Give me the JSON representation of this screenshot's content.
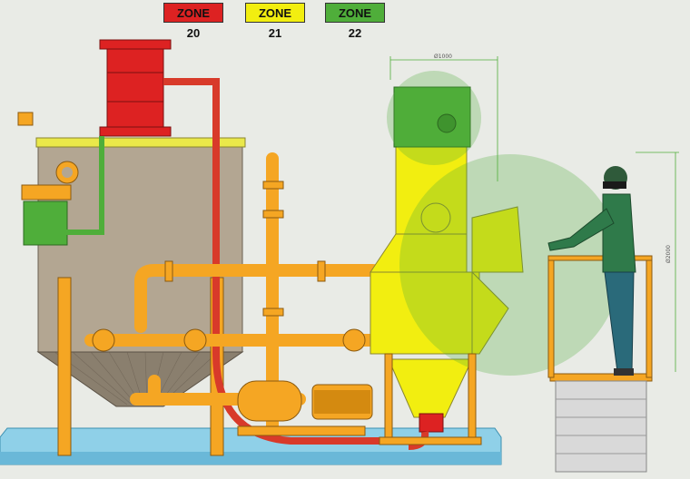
{
  "legend": {
    "zones": [
      {
        "label": "ZONE 20",
        "color": "#dd2222"
      },
      {
        "label": "ZONE 21",
        "color": "#f2ee10"
      },
      {
        "label": "ZONE 22",
        "color": "#4fae3a"
      }
    ]
  },
  "dimensions": {
    "width_label": "Ø1000",
    "height_label": "Ø2000"
  },
  "colors": {
    "background": "#e9ebe6",
    "tank_body": "#b3a692",
    "piping": "#f5a623",
    "process_pipe": "#d83a2a",
    "hopper": "#f2ee10",
    "motor_green": "#4fae3a",
    "worker_suit": "#2f7a4a",
    "water_tray": "#8fd0e8"
  }
}
